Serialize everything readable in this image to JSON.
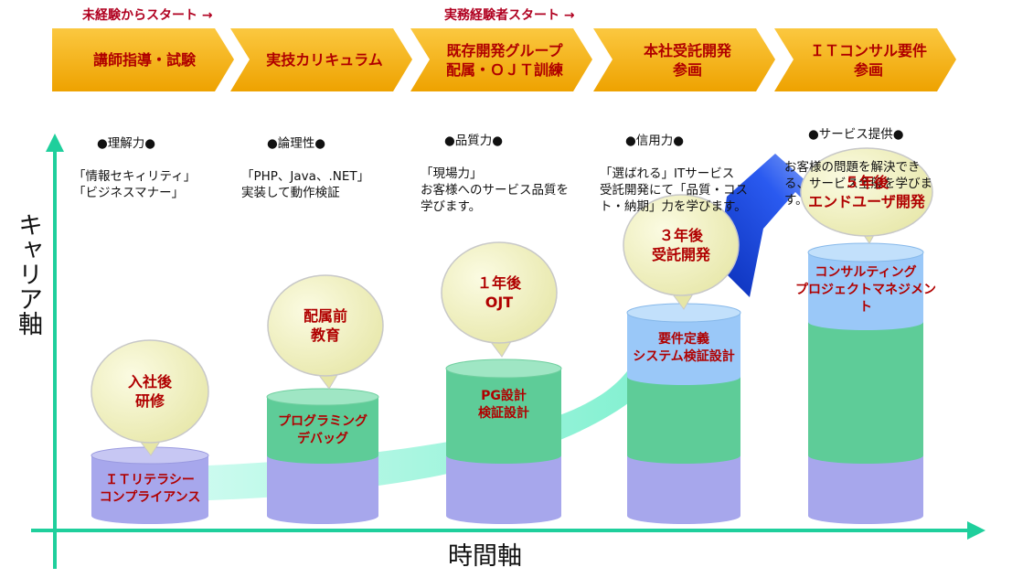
{
  "colors": {
    "chevron": "#f6ae00",
    "chevron_text": "#b00000",
    "start_label": "#b00020",
    "axis": "#1fcf9c",
    "arrow_light": "#8ff5d8",
    "arrow_blue": "#1a3fd8",
    "bubble": "#eeeeb2",
    "bubble_border": "#c8c8c8",
    "cyl_purple": "#a7a7ec",
    "cyl_green": "#5ecc98",
    "cyl_blue": "#9ac8f8"
  },
  "start_labels": {
    "newcomer": "未経験からスタート →",
    "experienced": "実務経験者スタート →"
  },
  "steps": [
    {
      "label": "講師指導・試験"
    },
    {
      "label": "実技カリキュラム"
    },
    {
      "label": "既存開発グループ\n配属・ＯＪＴ訓練"
    },
    {
      "label": "本社受託開発\n参画"
    },
    {
      "label": "ＩＴコンサル要件\n参画"
    }
  ],
  "descriptions": [
    {
      "title": "●理解力●",
      "text": "「情報セキィリティ」\n「ビジネスマナー」"
    },
    {
      "title": "●論理性●",
      "text": "「PHP、Java、.NET」\n実装して動作検証"
    },
    {
      "title": "●品質力●",
      "text": "「現場力」\nお客様へのサービス品質を\n学びます。"
    },
    {
      "title": "●信用力●",
      "text": "「選ばれる」ITサービス\n受託開発にて「品質・コス\nト・納期」力を学びます。"
    },
    {
      "title": "●サービス提供●",
      "text": "お客様の問題を解決でき\nる、サービス全般を学びま\nす。"
    }
  ],
  "bubbles": [
    {
      "text": "入社後\n研修"
    },
    {
      "text": "配属前\n教育"
    },
    {
      "text": "１年後\nOJT"
    },
    {
      "text": "３年後\n受託開発"
    },
    {
      "text": "５年後\nエンドユーザ開発"
    }
  ],
  "cylinders": [
    {
      "segments": [
        {
          "label": "ＩＴリテラシー\nコンプライアンス",
          "color": "#a7a7ec"
        }
      ]
    },
    {
      "segments": [
        {
          "label": "プログラミング\nデバッグ",
          "color": "#5ecc98"
        },
        {
          "label": "",
          "color": "#a7a7ec"
        }
      ]
    },
    {
      "segments": [
        {
          "label": "PG設計\n検証設計",
          "color": "#5ecc98"
        },
        {
          "label": "",
          "color": "#a7a7ec"
        }
      ]
    },
    {
      "segments": [
        {
          "label": "要件定義\nシステム検証設計",
          "color": "#9ac8f8"
        },
        {
          "label": "",
          "color": "#5ecc98"
        },
        {
          "label": "",
          "color": "#a7a7ec"
        }
      ]
    },
    {
      "segments": [
        {
          "label": "コンサルティング\nプロジェクトマネジメント",
          "color": "#9ac8f8"
        },
        {
          "label": "",
          "color": "#5ecc98"
        },
        {
          "label": "",
          "color": "#a7a7ec"
        }
      ]
    }
  ],
  "axes": {
    "y_label": "キャリア軸",
    "x_label": "時間軸"
  }
}
